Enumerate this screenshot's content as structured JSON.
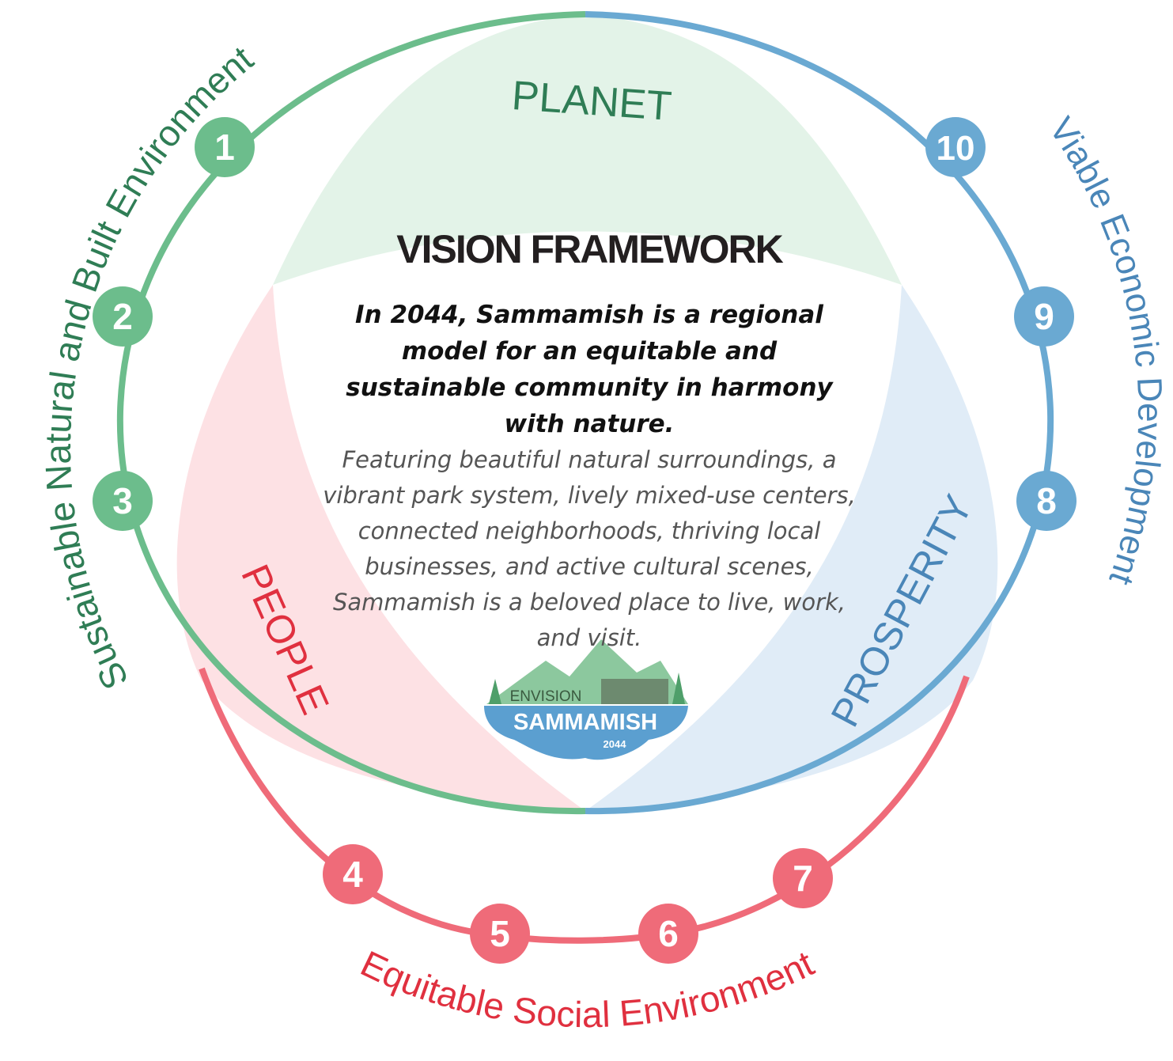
{
  "title": "VISION FRAMEWORK",
  "vision_statement": "In 2044, Sammamish is a regional model for an equitable and sustainable community in harmony with nature.",
  "vision_description": "Featuring beautiful natural surroundings, a vibrant park system, lively mixed-use centers, connected neighborhoods, thriving local businesses, and active cultural scenes, Sammamish is a beloved place to live, work, and visit.",
  "pillars": {
    "planet": "PLANET",
    "people": "PEOPLE",
    "prosperity": "PROSPERITY"
  },
  "outer_labels": {
    "environment": "Sustainable Natural and Built Environment",
    "economic": "Viable Economic Development",
    "social": "Equitable Social Environment"
  },
  "numbers": [
    "1",
    "2",
    "3",
    "4",
    "5",
    "6",
    "7",
    "8",
    "9",
    "10"
  ],
  "logo": {
    "line1": "ENVISION",
    "line2": "SAMMAMISH",
    "line3": "2044"
  },
  "colors": {
    "green": "#6cbd8c",
    "green_text": "#2f7d55",
    "blue": "#6aa9d2",
    "blue_text": "#4a86b8",
    "red": "#ef6b79",
    "red_text": "#e0303f",
    "planet_fill": "#e3f3e8",
    "people_fill": "#fde1e4",
    "prosperity_fill": "#e0ecf7"
  }
}
